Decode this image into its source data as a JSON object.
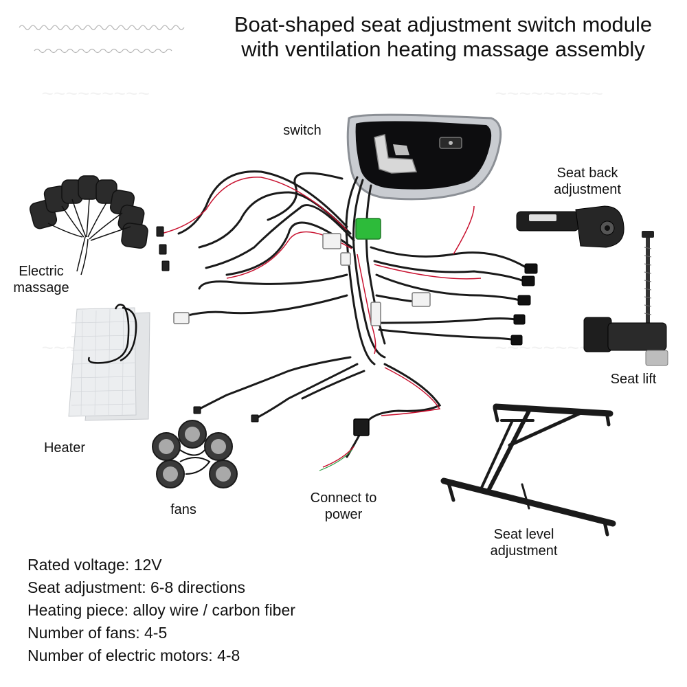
{
  "title": {
    "line1": "Boat-shaped seat adjustment switch module",
    "line2": "with ventilation heating massage assembly"
  },
  "labels": {
    "switch": "switch",
    "seat_back": "Seat back adjustment",
    "electric_massage": "Electric massage",
    "heater": "Heater",
    "fans": "fans",
    "connect_power": "Connect to power",
    "seat_lift": "Seat lift",
    "seat_level": "Seat level adjustment"
  },
  "specs": [
    "Rated voltage: 12V",
    "Seat adjustment: 6-8 directions",
    "Heating piece: alloy wire / carbon fiber",
    "Number of fans: 4-5",
    "Number of electric motors: 4-8"
  ],
  "colors": {
    "wire": "#1a1a1a",
    "wire_red": "#c8102e",
    "connector_green": "#2dbb3a",
    "chrome": "#c9ccd1",
    "heater_pad": "#e8eaec"
  }
}
